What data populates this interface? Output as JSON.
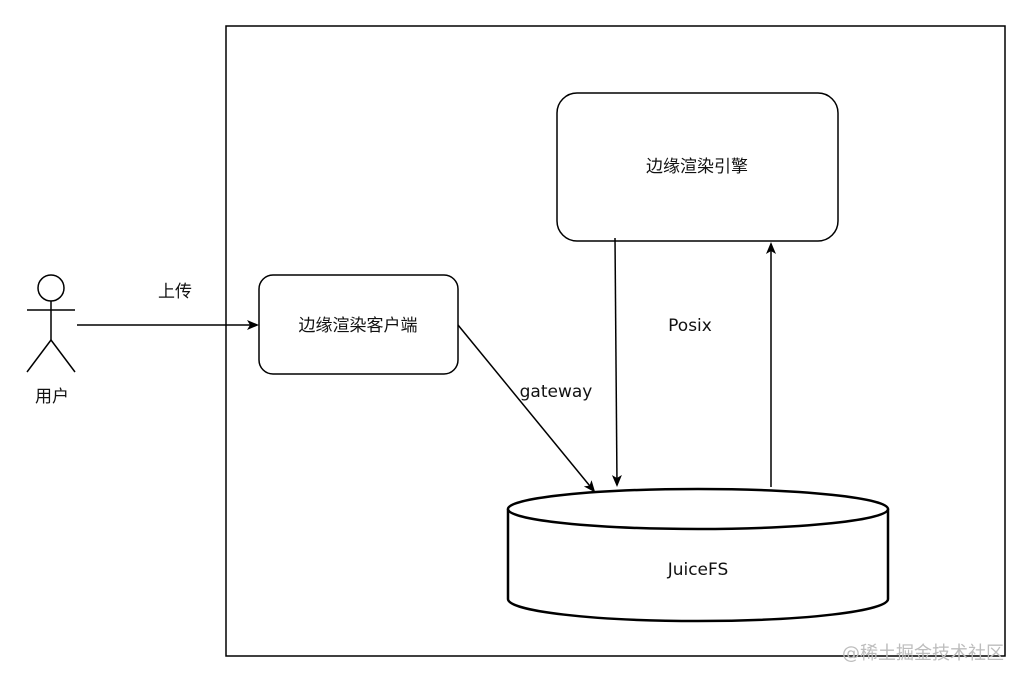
{
  "diagram": {
    "actor_label": "用户",
    "upload_label": "上传",
    "client_label": "边缘渲染客户端",
    "engine_label": "边缘渲染引擎",
    "gateway_label": "gateway",
    "posix_label": "Posix",
    "storage_label": "JuiceFS"
  },
  "watermark": "@稀土掘金技术社区",
  "colors": {
    "stroke": "#000000",
    "text": "#111111",
    "watermark": "#bdbdbd",
    "background": "#ffffff"
  }
}
